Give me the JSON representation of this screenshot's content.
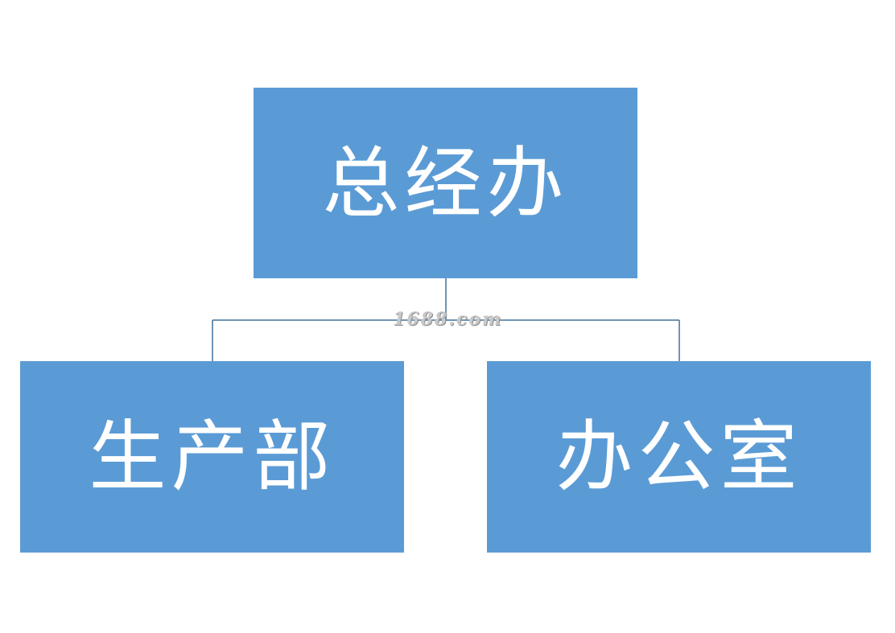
{
  "org_chart": {
    "root": {
      "label": "总经办"
    },
    "children": [
      {
        "label": "生产部"
      },
      {
        "label": "办公室"
      }
    ]
  },
  "watermark": {
    "text": "1688.com"
  },
  "colors": {
    "box_fill": "#5b9bd5",
    "box_text": "#ffffff",
    "connector": "#41719c",
    "background": "#ffffff"
  }
}
